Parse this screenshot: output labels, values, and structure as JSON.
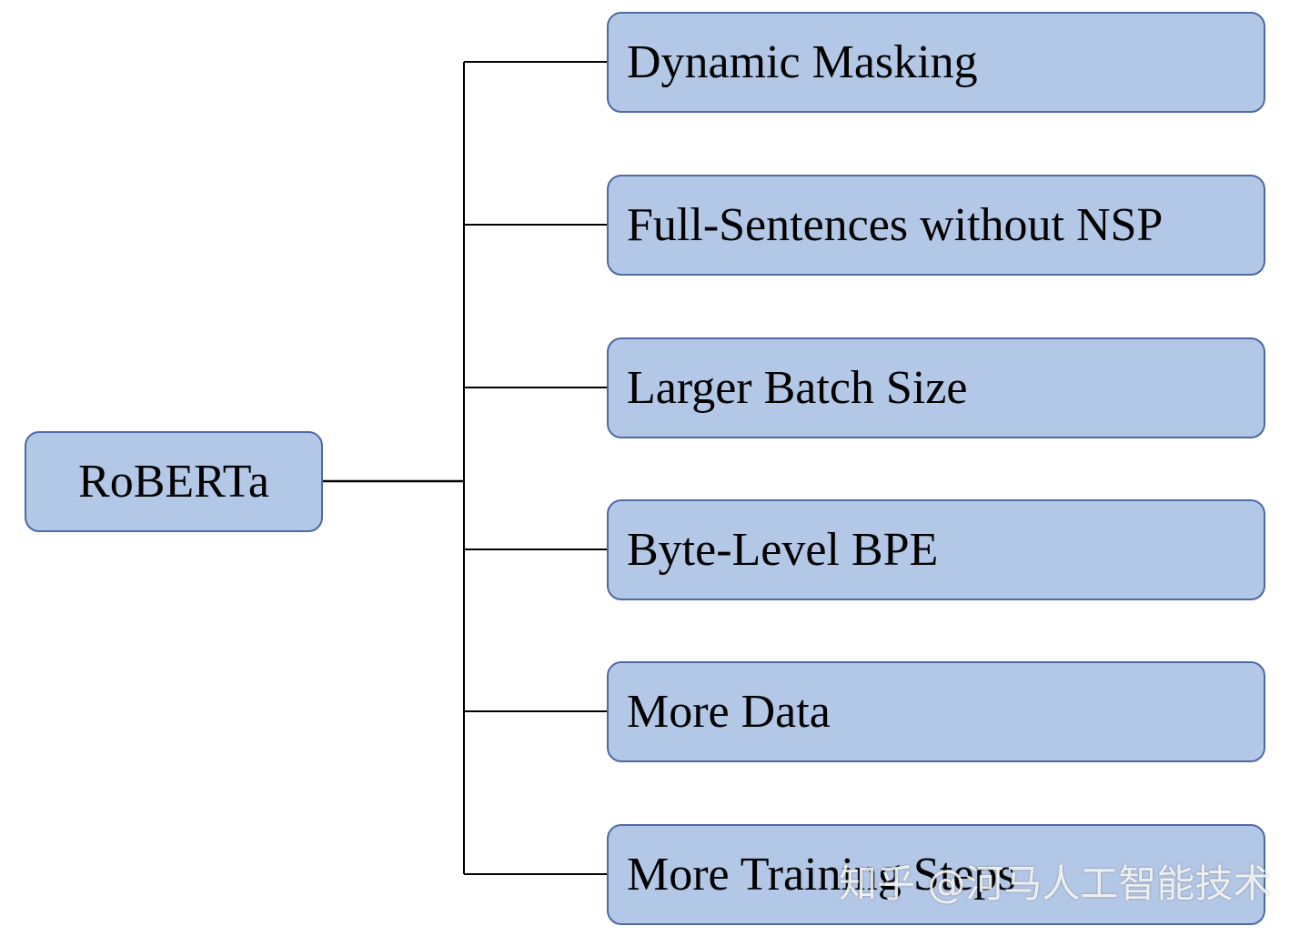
{
  "diagram": {
    "root": {
      "label": "RoBERTa"
    },
    "children": [
      {
        "label": "Dynamic Masking"
      },
      {
        "label": "Full-Sentences without NSP"
      },
      {
        "label": "Larger Batch Size"
      },
      {
        "label": "Byte-Level BPE"
      },
      {
        "label": "More Data"
      },
      {
        "label": "More Training Steps"
      }
    ]
  },
  "watermark": {
    "text": "知乎 @河马人工智能技术"
  },
  "colors": {
    "node_fill": "#b3c7e6",
    "node_border": "#4d6aa5",
    "connector": "#000000"
  }
}
